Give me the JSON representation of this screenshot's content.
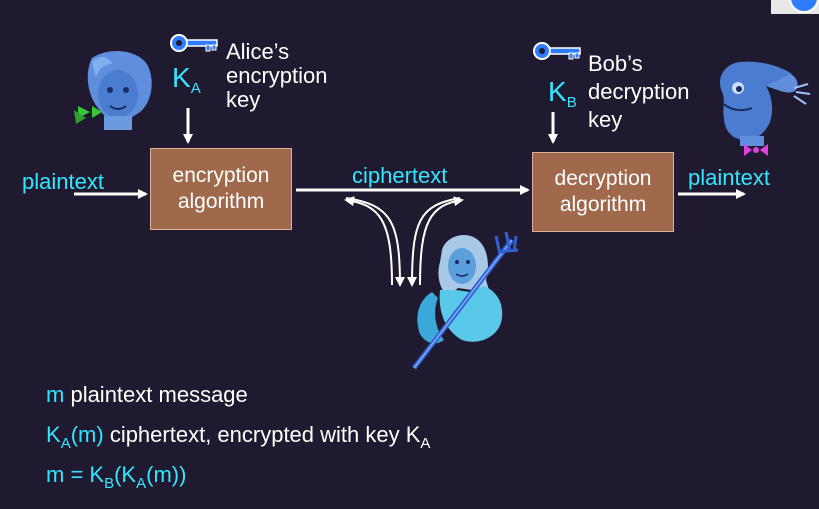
{
  "alice": {
    "label_line1": "Alice’s",
    "label_line2": "encryption",
    "label_line3": "key",
    "key_symbol": "K",
    "key_sub": "A"
  },
  "bob": {
    "label_line1": "Bob’s",
    "label_line2": "decryption",
    "label_line3": "key",
    "key_symbol": "K",
    "key_sub": "B"
  },
  "encrypt_box": {
    "line1": "encryption",
    "line2": "algorithm"
  },
  "decrypt_box": {
    "line1": "decryption",
    "line2": "algorithm"
  },
  "flow": {
    "plaintext_in": "plaintext",
    "ciphertext": "ciphertext",
    "plaintext_out": "plaintext"
  },
  "legend": {
    "row1_var": "m",
    "row1_text": "plaintext message",
    "row2_k": "K",
    "row2_sub": "A",
    "row2_m": "(m)",
    "row2_text": "ciphertext, encrypted with key K",
    "row2_text_sub": "A",
    "row3_m": "m",
    "row3_eq": "= K",
    "row3_sub_b": "B",
    "row3_open": "(K",
    "row3_sub_a": "A",
    "row3_close": "(m))"
  },
  "colors": {
    "background": "#1f1a30",
    "accent_cyan": "#33e6ff",
    "box_brown": "#a0694c",
    "key_blue": "#2f7dff"
  },
  "icons": [
    "key-icon",
    "alice-figure",
    "bob-figure",
    "trudy-intruder-figure"
  ]
}
